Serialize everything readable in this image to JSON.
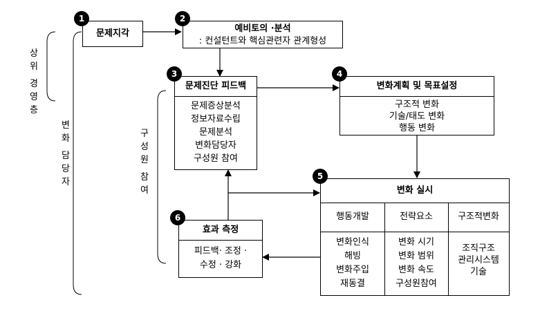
{
  "steps": {
    "s1": {
      "num": "1",
      "title": "문제지각"
    },
    "s2": {
      "num": "2",
      "title": "예비토의 ·분석",
      "sub": ": 컨설턴트와 핵심관련자 관계형성"
    },
    "s3": {
      "num": "3",
      "title": "문제진단 피드백",
      "items": [
        "문제증상분석",
        "정보자료수립",
        "문제분석",
        "변화담당자",
        "구성원 참여"
      ]
    },
    "s4": {
      "num": "4",
      "title": "변화계획 및 목표설정",
      "items": [
        "구조적 변화",
        "기술/태도 변화",
        "행동 변화"
      ]
    },
    "s5": {
      "num": "5",
      "title": "변화 실시",
      "columns": [
        {
          "header": "행동개발",
          "items": [
            "변화인식",
            "해빙",
            "변화주입",
            "재동결"
          ]
        },
        {
          "header": "전략요소",
          "items": [
            "변화 시기",
            "변화 범위",
            "변화 속도",
            "구성원참여"
          ]
        },
        {
          "header": "구조적변화",
          "items": [
            "조직구조",
            "관리시스템",
            "기술"
          ]
        }
      ]
    },
    "s6": {
      "num": "6",
      "title": "효과 측정",
      "items": [
        "피드백· 조정 ·",
        "수정 · 강화"
      ]
    }
  },
  "side_labels": {
    "upper_mgmt": [
      "상",
      "위",
      "경",
      "영",
      "층"
    ],
    "change_agent": [
      "변",
      "화",
      "담",
      "당",
      "자"
    ],
    "member": [
      "구",
      "성",
      "원",
      "참",
      "여"
    ]
  }
}
